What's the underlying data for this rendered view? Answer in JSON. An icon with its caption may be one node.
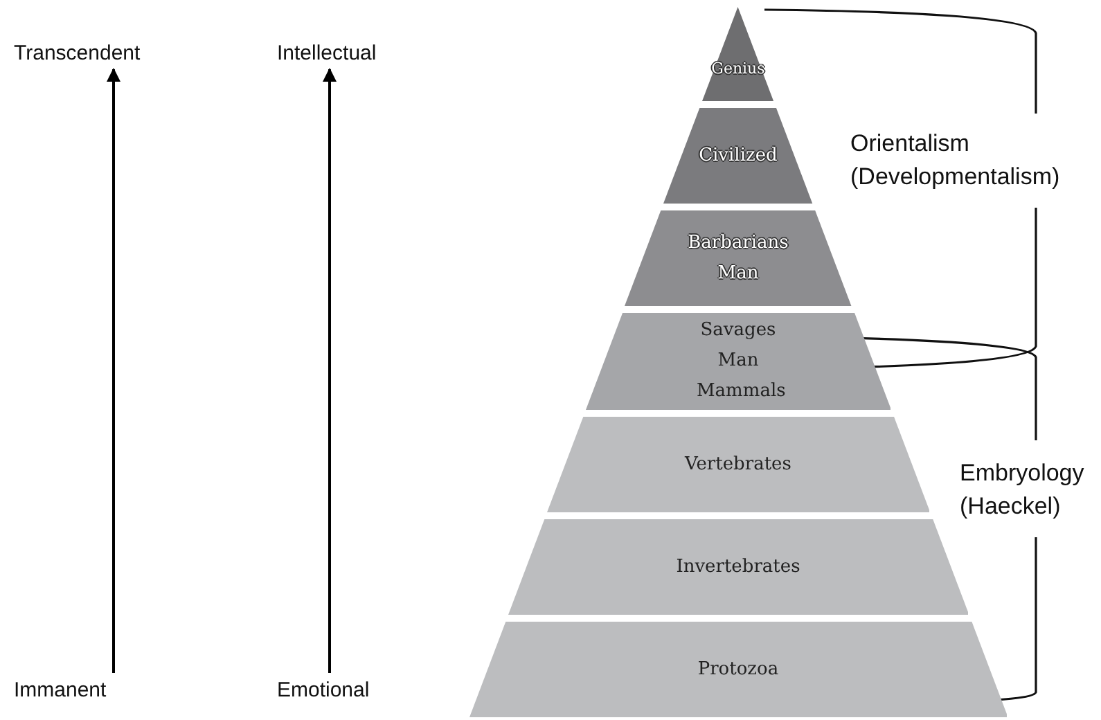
{
  "diagram": {
    "nodes": [
      {
        "text": [
          "Genius"
        ]
      },
      {
        "text": [
          "Civilized"
        ]
      },
      {
        "text": [
          "Barbarians Man"
        ]
      },
      {
        "text": [
          "Savages Man Mammals"
        ]
      },
      {
        "text": [
          "Vertebrates"
        ]
      },
      {
        "text": [
          "Invertebrates"
        ]
      },
      {
        "text": [
          "Protozoa"
        ]
      },
      {
        "text": [
          "Transcendent"
        ]
      },
      {
        "text": [
          "Intellectual"
        ]
      },
      {
        "text": [
          "Immanent"
        ]
      },
      {
        "text": [
          "Emotional"
        ]
      }
    ],
    "edges": [
      {
        "from": 9,
        "to": 7,
        "arrow": "to"
      },
      {
        "from": 10,
        "to": 8,
        "arrow": "to"
      }
    ],
    "labels": [
      "Orientalism (Developmentalism)",
      "Embryology (Haeckel)"
    ]
  }
}
